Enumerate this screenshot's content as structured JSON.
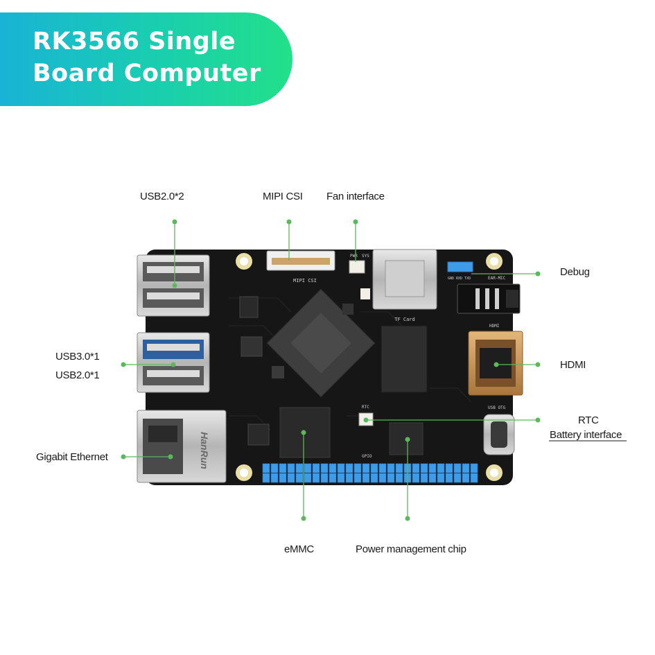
{
  "banner": {
    "line1": "RK3566 Single",
    "line2": "Board Computer"
  },
  "labels": {
    "usb20_x2": "USB2.0*2",
    "mipi_csi": "MIPI CSI",
    "fan_interface": "Fan interface",
    "debug": "Debug",
    "usb30_x1": "USB3.0*1",
    "usb20_x1": "USB2.0*1",
    "hdmi": "HDMI",
    "rtc": "RTC",
    "battery_interface": "Battery interface",
    "gigabit_ethernet": "Gigabit Ethernet",
    "emmc": "eMMC",
    "power_management_chip": "Power management chip"
  },
  "silkscreen": {
    "mipi_csi": "MIPI CSI",
    "tf_card": "TF Card",
    "ear_mic": "EAR-MIC",
    "hdmi": "HDMI",
    "usb_otg": "USB OTG",
    "rtc": "RTC",
    "gpio": "GPIO",
    "hanrun": "HanRun",
    "pwr": "PWR",
    "sys": "SYS",
    "gnd_rxd_txd": "GND RXD TXD"
  },
  "colors": {
    "banner_start": "#19b3d6",
    "banner_end": "#22e08a",
    "marker_green": "#5cb85c",
    "board": "#161616",
    "header_pins": "#3d9be8"
  }
}
